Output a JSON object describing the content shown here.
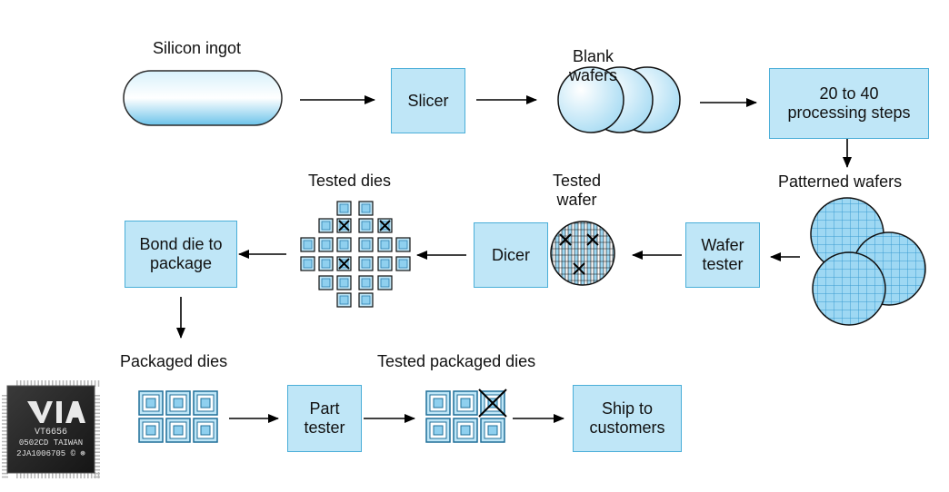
{
  "labels": {
    "silicon_ingot": "Silicon ingot",
    "blank_wafers": "Blank\nwafers",
    "patterned_wafers": "Patterned wafers",
    "tested_dies": "Tested dies",
    "tested_wafer": "Tested\nwafer",
    "packaged_dies": "Packaged dies",
    "tested_packaged_dies": "Tested packaged dies"
  },
  "boxes": {
    "slicer": "Slicer",
    "processing": "20 to 40\nprocessing steps",
    "wafer_tester": "Wafer\ntester",
    "dicer": "Dicer",
    "bond": "Bond die to\npackage",
    "part_tester": "Part\ntester",
    "ship": "Ship to\ncustomers"
  },
  "chip": {
    "logo": "VIA",
    "line1": "VT6656",
    "line2": "0502CD  TAIWAN",
    "line3": "2JA1006705 © ⊛"
  },
  "colors": {
    "box_fill": "#bfe6f7",
    "box_border": "#4aaed8",
    "wafer_fill": "#bfe6f7",
    "grid_line": "#3a9bd0"
  }
}
